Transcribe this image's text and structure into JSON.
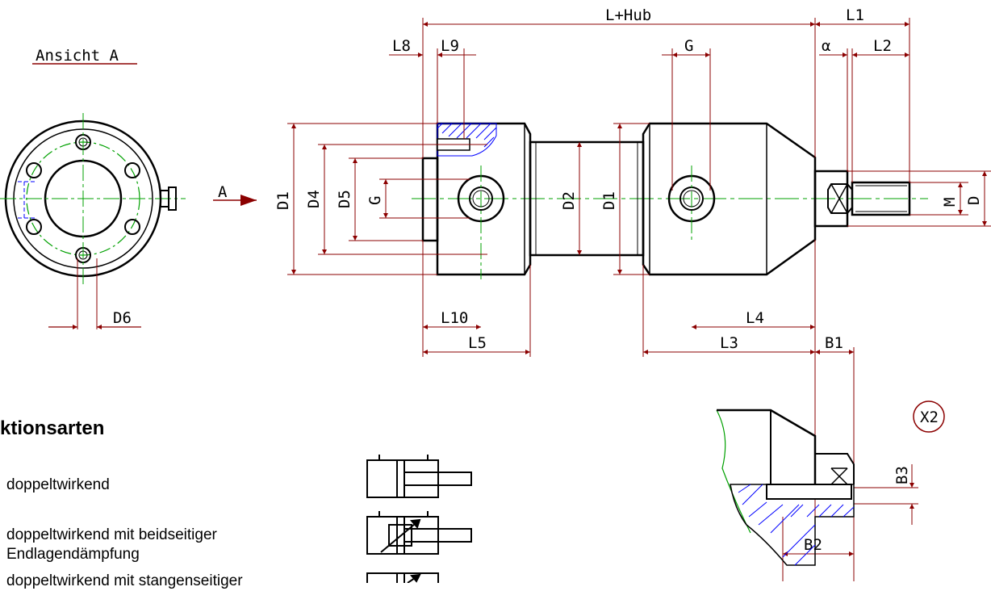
{
  "view_label": "Ansicht  A",
  "arrow_label": "A",
  "dims": {
    "L_hub": "L+Hub",
    "L1": "L1",
    "L2": "L2",
    "L3": "L3",
    "L4": "L4",
    "L5": "L5",
    "L8": "L8",
    "L9": "L9",
    "L10": "L10",
    "G": "G",
    "alpha": "α",
    "D": "D",
    "D1": "D1",
    "D2": "D2",
    "D4": "D4",
    "D5": "D5",
    "D6": "D6",
    "M": "M",
    "B1": "B1",
    "B2": "B2",
    "B3": "B3",
    "detail": "X2"
  },
  "section_title": "ktionsarten",
  "options": [
    {
      "line1": "doppeltwirkend",
      "line2": ""
    },
    {
      "line1": "doppeltwirkend mit beidseitiger",
      "line2": "Endlagendämpfung"
    },
    {
      "line1": "doppeltwirkend mit stangenseitiger",
      "line2": ""
    }
  ],
  "colors": {
    "outline": "#000000",
    "dimension": "#8b0000",
    "centerline": "#00a000",
    "hatch": "#0000ff"
  }
}
